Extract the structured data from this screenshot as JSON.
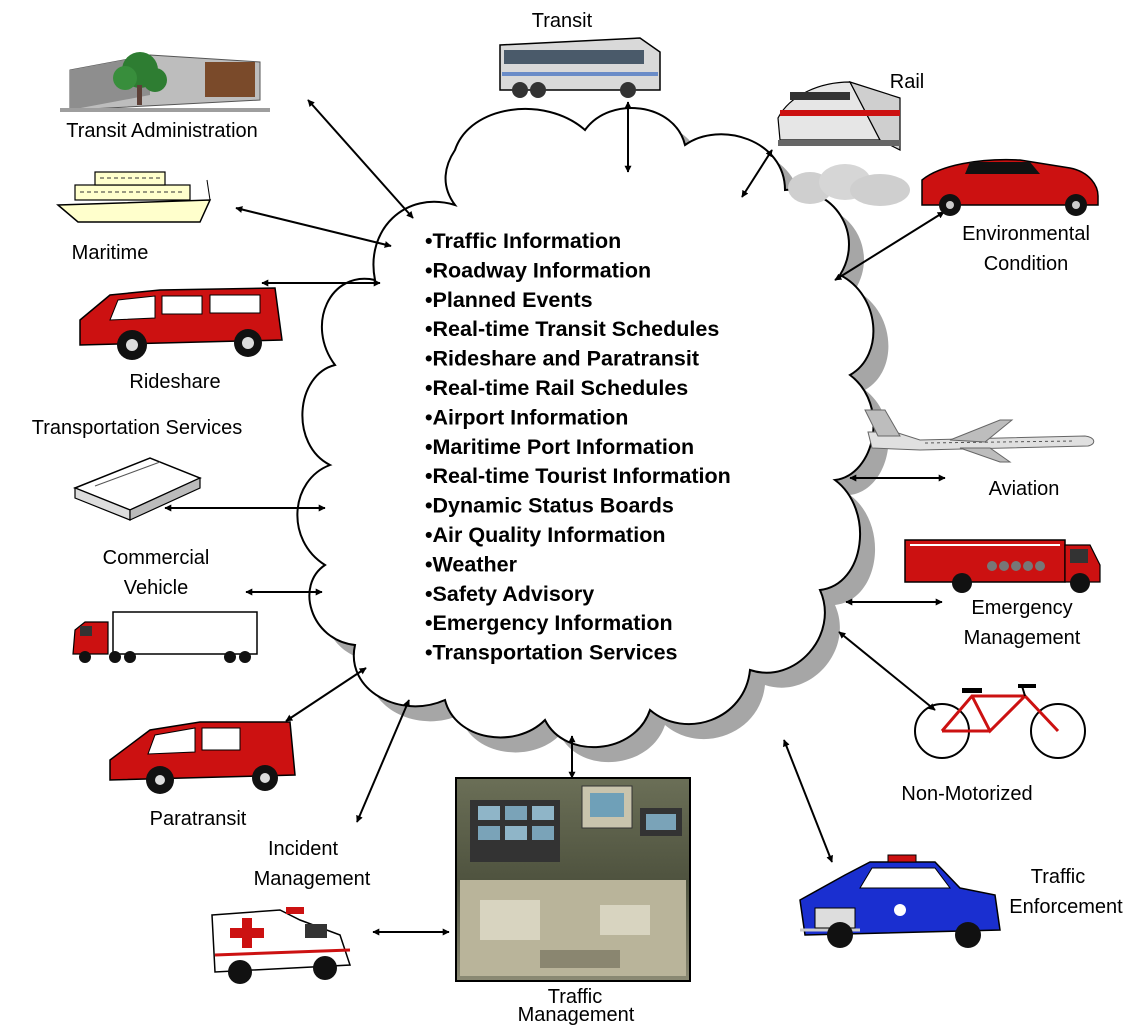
{
  "info_items": [
    "•Traffic Information",
    "•Roadway Information",
    "•Planned Events",
    "•Real-time Transit Schedules",
    "•Rideshare and Paratransit",
    "•Real-time Rail Schedules",
    "•Airport Information",
    "•Maritime Port Information",
    "•Real-time Tourist Information",
    "•Dynamic Status Boards",
    "•Air Quality Information",
    "•Weather",
    "•Safety Advisory",
    "•Emergency Information",
    "•Transportation Services"
  ],
  "nodes": {
    "transit": {
      "label": "Transit",
      "icon": "bus-icon"
    },
    "rail": {
      "label": "Rail",
      "icon": "train-icon"
    },
    "transit_admin": {
      "label": "Transit Administration",
      "icon": "office-building-icon"
    },
    "maritime": {
      "label": "Maritime",
      "icon": "ferry-icon"
    },
    "environmental": {
      "line1": "Environmental",
      "line2": "Condition",
      "icon": "sports-car-exhaust-icon"
    },
    "rideshare": {
      "label": "Rideshare",
      "icon": "van-icon"
    },
    "transportation_services": {
      "label": "Transportation Services",
      "icon": "book-icon"
    },
    "aviation": {
      "label": "Aviation",
      "icon": "airplane-icon"
    },
    "commercial_vehicle": {
      "line1": "Commercial",
      "line2": "Vehicle",
      "icon": "semi-truck-icon"
    },
    "emergency_management": {
      "line1": "Emergency",
      "line2": "Management",
      "icon": "fire-truck-icon"
    },
    "paratransit": {
      "label": "Paratransit",
      "icon": "minivan-icon"
    },
    "non_motorized": {
      "label": "Non-Motorized",
      "icon": "bicycle-icon"
    },
    "incident_management": {
      "line1": "Incident",
      "line2": "Management",
      "icon": "ambulance-icon"
    },
    "traffic_management": {
      "line1": "Traffic",
      "line2": "Management",
      "icon": "control-room-photo"
    },
    "traffic_enforcement": {
      "line1": "Traffic",
      "line2": "Enforcement",
      "icon": "police-car-icon"
    }
  },
  "colors": {
    "vehicle_red": "#cc1111",
    "police_blue": "#1a2fd0",
    "cloud_shadow": "#a6a6a6",
    "ferry_yellow": "#ffffcc"
  }
}
